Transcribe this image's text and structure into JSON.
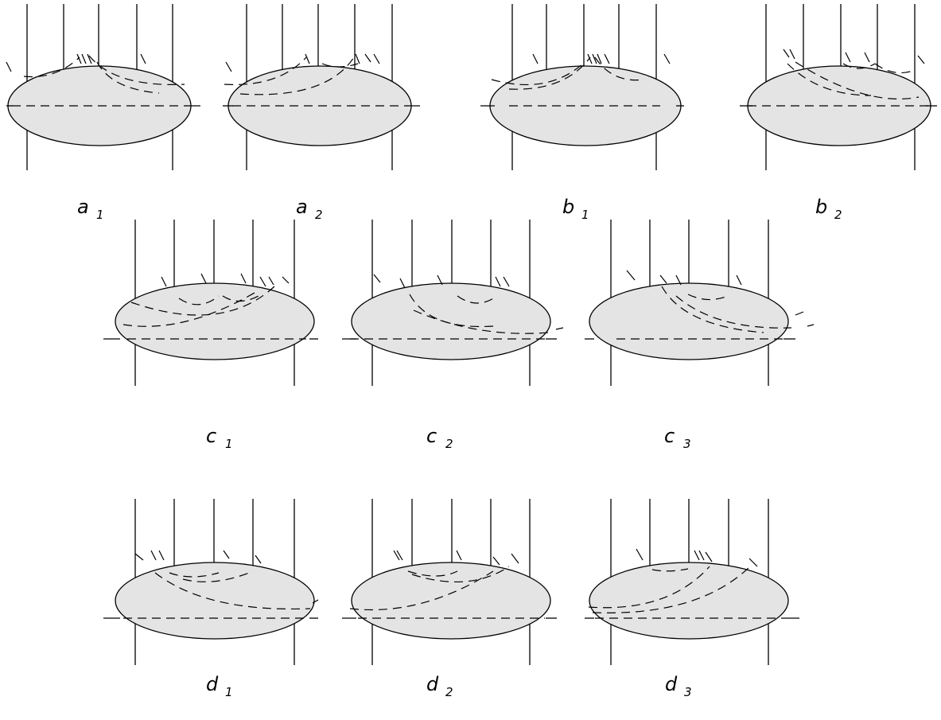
{
  "diagrams": [
    {
      "id": "a1",
      "letter": "a",
      "index": "1"
    },
    {
      "id": "a2",
      "letter": "a",
      "index": "2"
    },
    {
      "id": "b1",
      "letter": "b",
      "index": "1"
    },
    {
      "id": "b2",
      "letter": "b",
      "index": "2"
    },
    {
      "id": "c1",
      "letter": "c",
      "index": "1"
    },
    {
      "id": "c2",
      "letter": "c",
      "index": "2"
    },
    {
      "id": "c3",
      "letter": "c",
      "index": "3"
    },
    {
      "id": "d1",
      "letter": "d",
      "index": "1"
    },
    {
      "id": "d2",
      "letter": "d",
      "index": "2"
    },
    {
      "id": "d3",
      "letter": "d",
      "index": "3"
    }
  ],
  "colors": {
    "blob_fill": "#e4e4e4",
    "stroke": "#000000",
    "background": "#ffffff"
  }
}
